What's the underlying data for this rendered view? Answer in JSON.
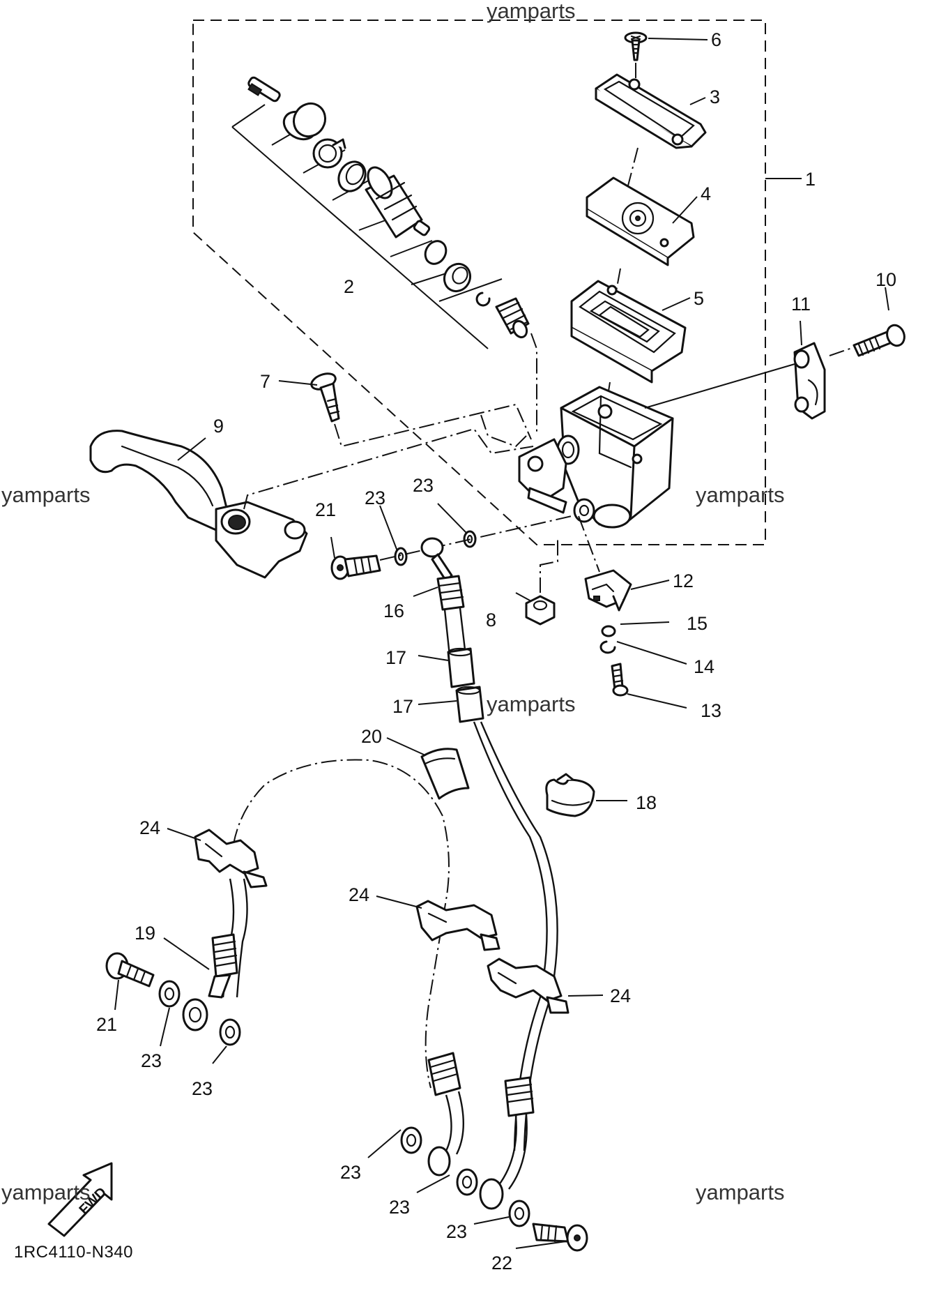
{
  "diagram_code": "1RC4110-N340",
  "fwd_label": "FWD",
  "watermark": [
    "yamparts",
    "yamparts",
    "yamparts",
    "yamparts",
    "yamparts",
    "yamparts"
  ],
  "callouts": [
    {
      "part_number": "1",
      "part": "master-cylinder-assembly"
    },
    {
      "part_number": "2",
      "part": "master-cylinder-kit"
    },
    {
      "part_number": "3",
      "part": "reservoir-cap"
    },
    {
      "part_number": "4",
      "part": "diaphragm-plate"
    },
    {
      "part_number": "5",
      "part": "diaphragm"
    },
    {
      "part_number": "6",
      "part": "cap-screw"
    },
    {
      "part_number": "7",
      "part": "lever-pivot-bolt"
    },
    {
      "part_number": "8",
      "part": "lever-nut"
    },
    {
      "part_number": "9",
      "part": "brake-lever"
    },
    {
      "part_number": "10",
      "part": "holder-bolt"
    },
    {
      "part_number": "11",
      "part": "master-cylinder-holder"
    },
    {
      "part_number": "12",
      "part": "brake-switch"
    },
    {
      "part_number": "13",
      "part": "switch-screw"
    },
    {
      "part_number": "14",
      "part": "spring-washer"
    },
    {
      "part_number": "15",
      "part": "washer"
    },
    {
      "part_number": "16",
      "part": "brake-hose-upper"
    },
    {
      "part_number": "17",
      "part": "hose-protector-a"
    },
    {
      "part_number": "17",
      "part": "hose-protector-b"
    },
    {
      "part_number": "18",
      "part": "hose-clamp"
    },
    {
      "part_number": "19",
      "part": "brake-hose-left"
    },
    {
      "part_number": "20",
      "part": "hose-sleeve"
    },
    {
      "part_number": "21",
      "part": "union-bolt-upper"
    },
    {
      "part_number": "21",
      "part": "union-bolt-left"
    },
    {
      "part_number": "22",
      "part": "union-bolt-lower"
    },
    {
      "part_number": "23",
      "part": "copper-washer-1"
    },
    {
      "part_number": "23",
      "part": "copper-washer-2"
    },
    {
      "part_number": "23",
      "part": "copper-washer-3"
    },
    {
      "part_number": "23",
      "part": "copper-washer-4"
    },
    {
      "part_number": "23",
      "part": "copper-washer-5"
    },
    {
      "part_number": "23",
      "part": "copper-washer-6"
    },
    {
      "part_number": "23",
      "part": "copper-washer-7"
    },
    {
      "part_number": "24",
      "part": "hose-guide-1"
    },
    {
      "part_number": "24",
      "part": "hose-guide-2"
    },
    {
      "part_number": "24",
      "part": "hose-guide-3"
    }
  ]
}
